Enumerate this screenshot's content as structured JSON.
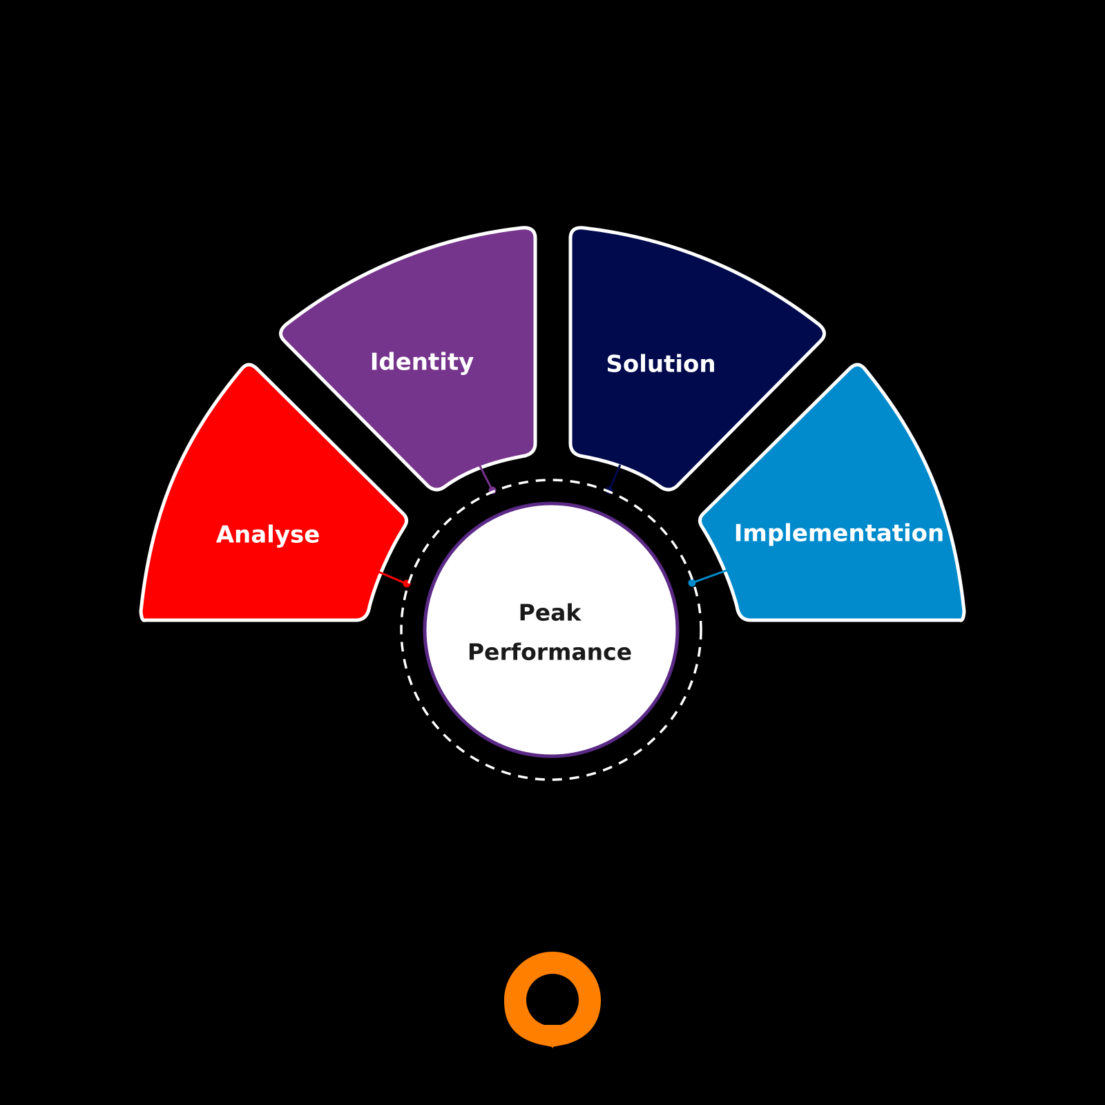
{
  "center": {
    "line1": "Peak",
    "line2": "Performance",
    "ring_color": "#5b2a86"
  },
  "segments": [
    {
      "key": "analyse",
      "label": "Analyse",
      "color": "#ff0000"
    },
    {
      "key": "identity",
      "label": "Identity",
      "color": "#76358c"
    },
    {
      "key": "solution",
      "label": "Solution",
      "color": "#000a4d"
    },
    {
      "key": "implementation",
      "label": "Implementation",
      "color": "#028bcc"
    }
  ],
  "logo": {
    "color": "#ff8000",
    "icon": "map-pin-logo-icon"
  }
}
